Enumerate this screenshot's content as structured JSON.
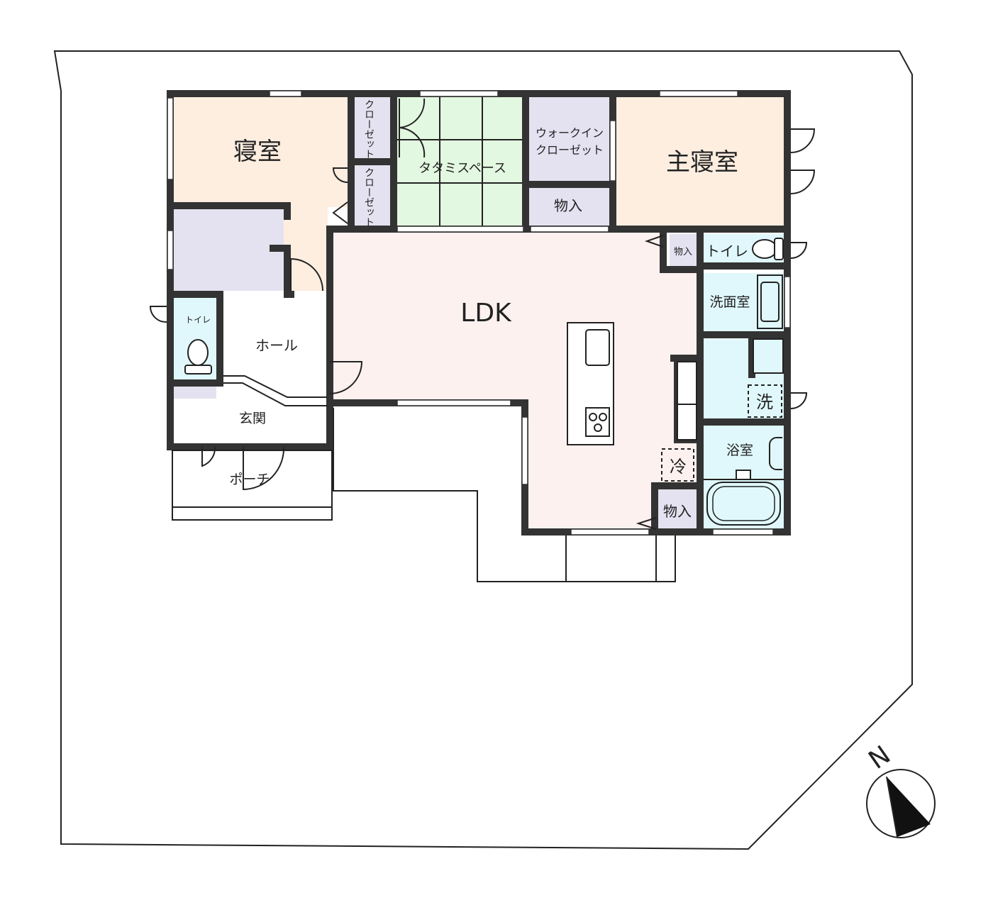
{
  "rooms": {
    "bedroom": "寝室",
    "closet_1": "クローゼット",
    "closet_2": "クローゼット",
    "tatami_space": "タタミスペース",
    "walk_in_closet": "ウォークイン\nクローゼット",
    "walk_in_closet_line1": "ウォークイン",
    "walk_in_closet_line2": "クローゼット",
    "storage_top": "物入",
    "master_bedroom": "主寝室",
    "ldk": "LDK",
    "storage_small": "物入",
    "toilet_right": "トイレ",
    "washroom": "洗面室",
    "washer": "洗",
    "bathroom": "浴室",
    "fridge": "冷",
    "storage_bottom": "物入",
    "toilet_left": "トイレ",
    "hall": "ホール",
    "entrance": "玄関",
    "porch": "ポーチ"
  },
  "compass": {
    "label": "N"
  },
  "colors": {
    "bedroom": "#fdeee0",
    "storage": "#e4e2f0",
    "tatami": "#e2f8e0",
    "ldk": "#fdf1ef",
    "wet": "#e0f8fb",
    "wall": "#333333"
  }
}
